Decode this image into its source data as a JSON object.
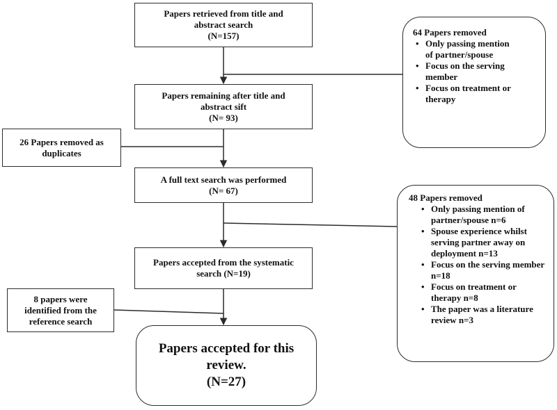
{
  "boxes": {
    "retrieved": {
      "lines": [
        "Papers retrieved from title and",
        "abstract search",
        "(N=157)"
      ]
    },
    "removed64": {
      "title": "64 Papers removed",
      "items": [
        "Only passing mention of partner/spouse",
        "Focus on the serving member",
        "Focus on treatment or therapy"
      ]
    },
    "remaining": {
      "lines": [
        "Papers remaining after title and",
        "abstract sift",
        "(N= 93)"
      ]
    },
    "duplicates": {
      "lines": [
        "26 Papers removed as",
        "duplicates"
      ]
    },
    "fulltext": {
      "lines": [
        "A full text search was performed",
        "(N= 67)"
      ]
    },
    "removed48": {
      "title": "48 Papers removed",
      "items": [
        "Only passing mention of partner/spouse n=6",
        "Spouse experience whilst serving partner away on deployment n=13",
        "Focus on the serving member n=18",
        "Focus on treatment or therapy n=8",
        "The paper was a literature review  n=3"
      ]
    },
    "accepted": {
      "lines": [
        "Papers accepted from the systematic",
        "search (N=19)"
      ]
    },
    "reference": {
      "lines": [
        "8 papers were",
        "identified from the",
        "reference search"
      ]
    },
    "final": {
      "lines": [
        "Papers accepted for this",
        "review.",
        "(N=27)"
      ]
    }
  },
  "colors": {
    "border": "#2b2b2b",
    "line": "#2b2b2b",
    "marker": "#4a8fd0"
  }
}
